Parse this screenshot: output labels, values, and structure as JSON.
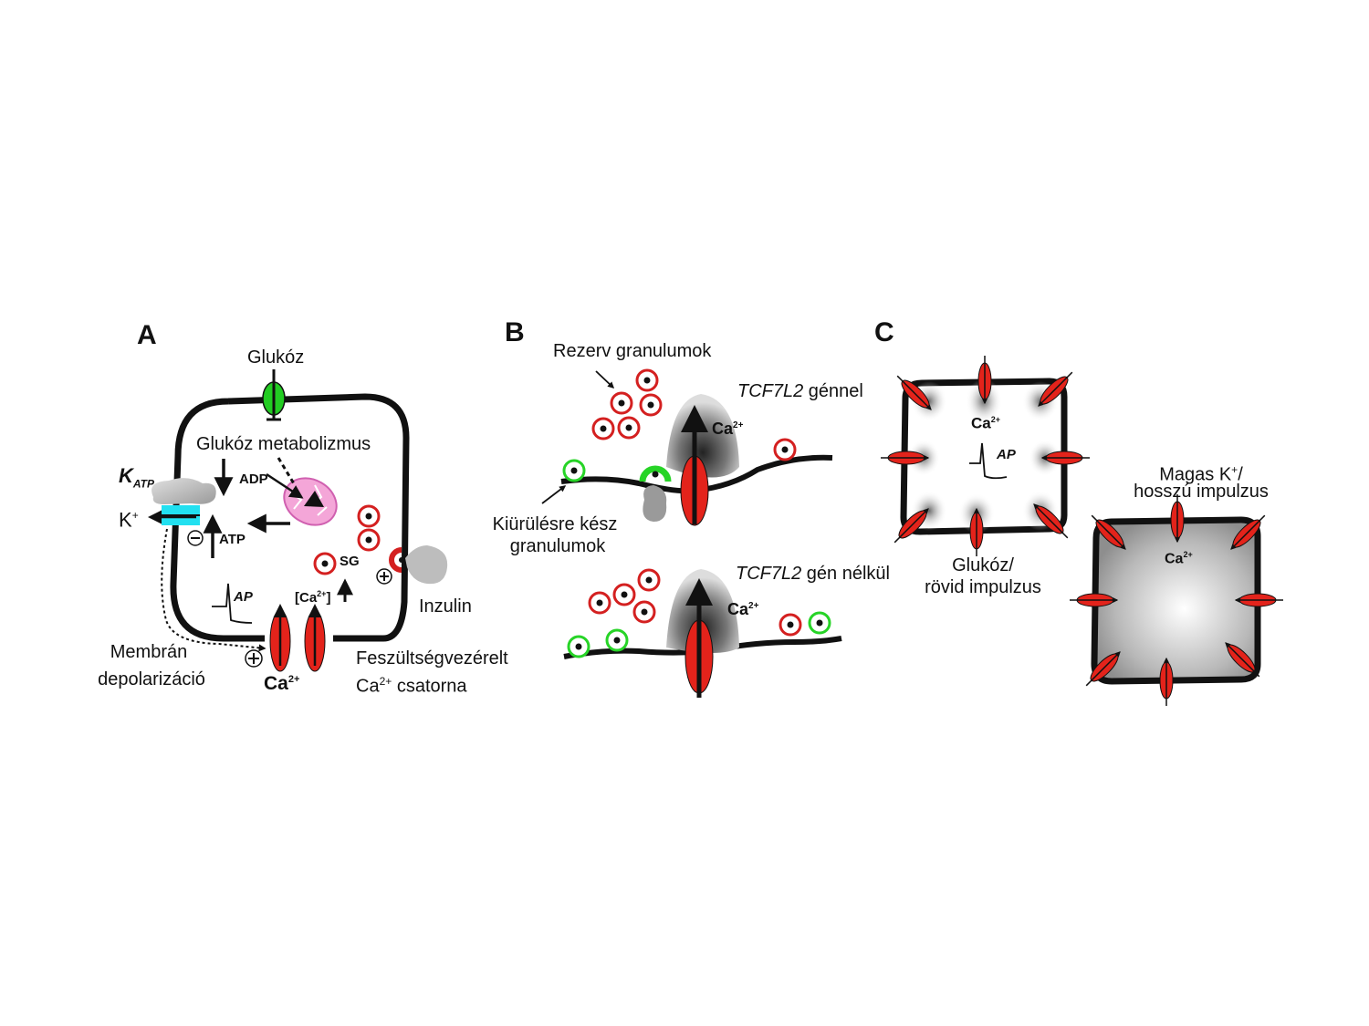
{
  "panelA": {
    "letter": "A",
    "glucose": "Glukóz",
    "metabolism": "Glukóz metabolizmus",
    "katp": "K",
    "katp_sub": "ATP",
    "kplus": "K",
    "kplus_sup": "+",
    "adp": "ADP",
    "atp": "ATP",
    "sg": "SG",
    "ca_conc": "[Ca",
    "ca_conc_sup": "2+",
    "ca_conc_end": "]",
    "ap": "AP",
    "insulin": "Inzulin",
    "membrane_l1": "Membrán",
    "membrane_l2": "depolarizáció",
    "ca": "Ca",
    "ca_sup": "2+",
    "vgcc_l1": "Feszültségvezérelt",
    "vgcc_l2_a": "Ca",
    "vgcc_l2_sup": "2+",
    "vgcc_l2_b": " csatorna"
  },
  "panelB": {
    "letter": "B",
    "reserve": "Rezerv granulumok",
    "with_gene_it": "TCF7L2",
    "with_gene": " génnel",
    "ready_l1": "Kiürülésre kész",
    "ready_l2": "granulumok",
    "without_gene_it": "TCF7L2",
    "without_gene": " gén nélkül",
    "ca": "Ca",
    "ca_sup": "2+"
  },
  "panelC": {
    "letter": "C",
    "ca": "Ca",
    "ca_sup": "2+",
    "ap": "AP",
    "glucose_l1": "Glukóz/",
    "glucose_l2": "rövid impulzus",
    "highk_l1_a": "Magas K",
    "highk_l1_sup": "+",
    "highk_l1_b": "/",
    "highk_l2": "hosszú impulzus"
  },
  "colors": {
    "channel_red": "#e3231b",
    "granule_red": "#d42020",
    "granule_green": "#27d427",
    "glucose_green": "#22cc22",
    "katp_cyan": "#22e0f0",
    "mito_pink": "#f4a6d8"
  }
}
